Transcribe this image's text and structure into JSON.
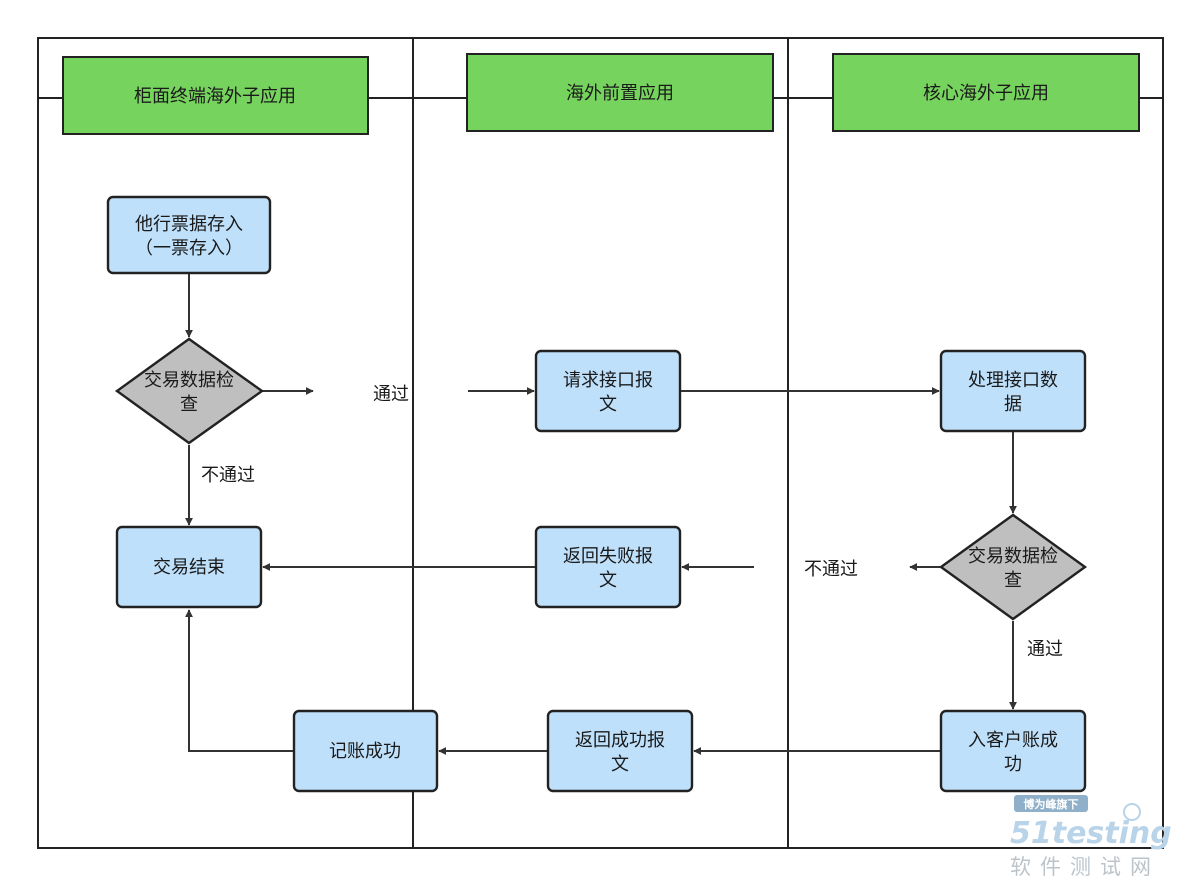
{
  "lanes": [
    {
      "title": "柜面终端海外子应用"
    },
    {
      "title": "海外前置应用"
    },
    {
      "title": "核心海外子应用"
    }
  ],
  "nodes": {
    "deposit": {
      "lines": [
        "他行票据存入",
        "（一票存入）"
      ]
    },
    "check1": {
      "lines": [
        "交易数据检",
        "查"
      ]
    },
    "request": {
      "lines": [
        "请求接口报",
        "文"
      ]
    },
    "process": {
      "lines": [
        "处理接口数",
        "据"
      ]
    },
    "check2": {
      "lines": [
        "交易数据检",
        "查"
      ]
    },
    "end": {
      "lines": [
        "交易结束"
      ]
    },
    "fail": {
      "lines": [
        "返回失败报",
        "文"
      ]
    },
    "credit": {
      "lines": [
        "入客户账成",
        "功"
      ]
    },
    "success": {
      "lines": [
        "返回成功报",
        "文"
      ]
    },
    "booked": {
      "lines": [
        "记账成功"
      ]
    }
  },
  "edge_labels": {
    "pass1": "通过",
    "fail1": "不通过",
    "fail2": "不通过",
    "pass2": "通过"
  },
  "watermark": {
    "tag": "博为峰旗下",
    "brand": "51testing",
    "sub": "软件测试网"
  },
  "colors": {
    "header_fill": "#76d35d",
    "process_fill": "#bfe0fb",
    "decision_fill": "#bfbfbf"
  }
}
